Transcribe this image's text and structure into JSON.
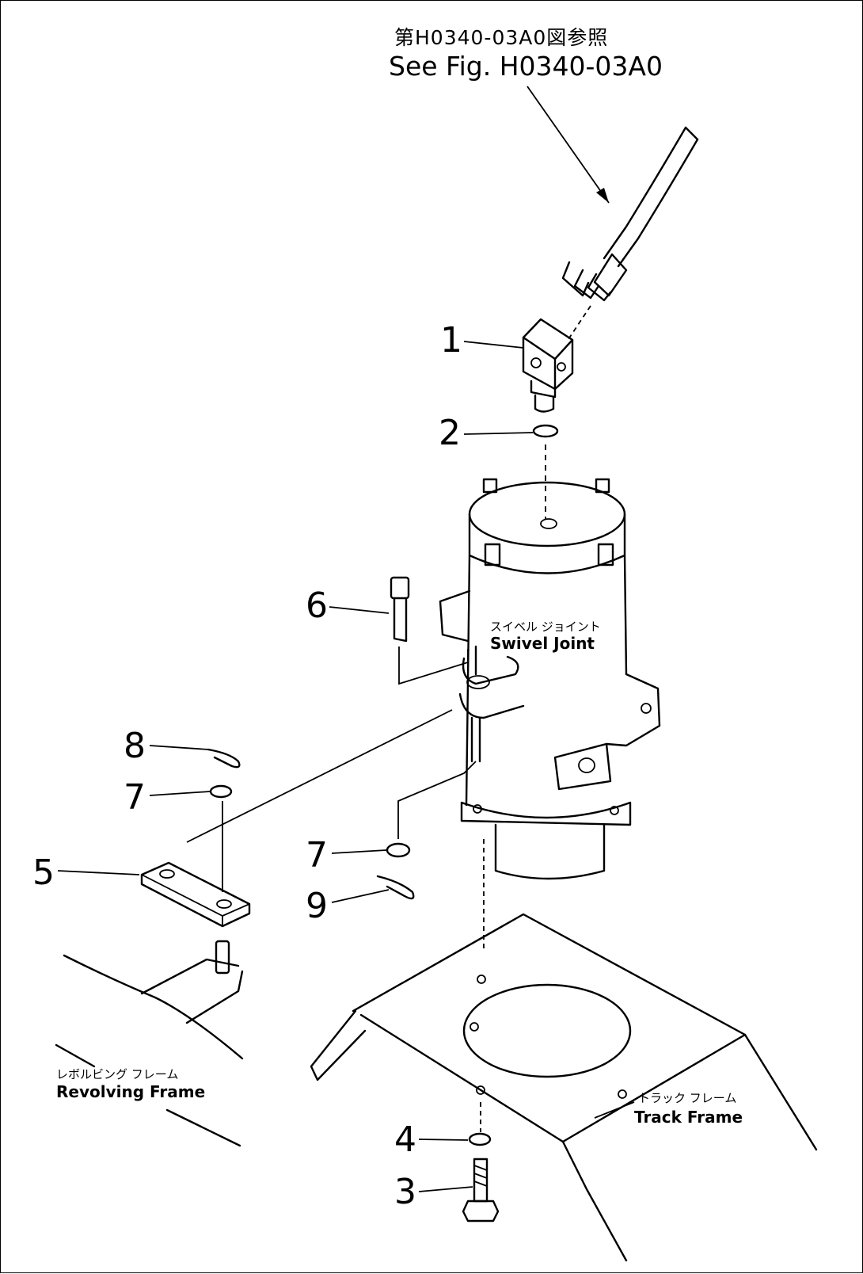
{
  "reference": {
    "jp": "第H0340-03A0図参照",
    "en": "See Fig. H0340-03A0"
  },
  "components": {
    "swivel_joint": {
      "jp": "スイベル ジョイント",
      "en": "Swivel Joint"
    },
    "revolving_frame": {
      "jp": "レボルビング フレーム",
      "en": "Revolving Frame"
    },
    "track_frame": {
      "jp": "トラック フレーム",
      "en": "Track Frame"
    }
  },
  "callouts": {
    "c1": "1",
    "c2": "2",
    "c3": "3",
    "c4": "4",
    "c5": "5",
    "c6": "6",
    "c7a": "7",
    "c7b": "7",
    "c8": "8",
    "c9": "9"
  }
}
